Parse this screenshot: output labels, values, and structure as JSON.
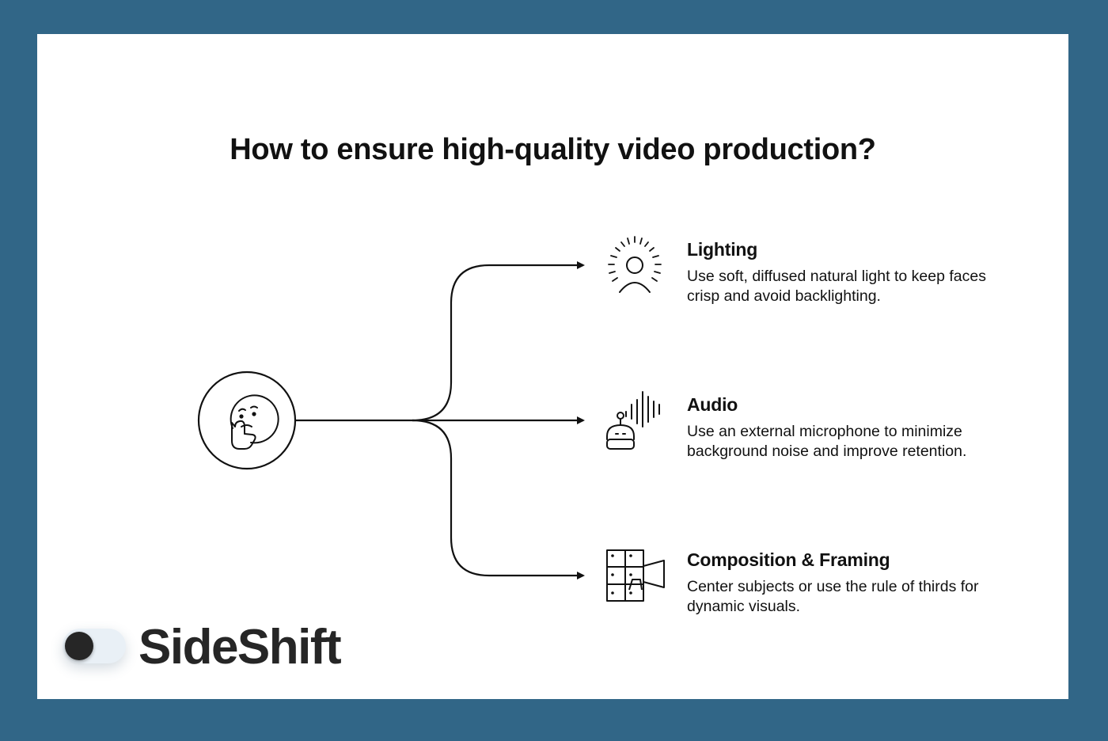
{
  "title": "How to ensure high-quality video production?",
  "colors": {
    "frame_background": "#316687",
    "card_background": "#ffffff",
    "ink": "#111111"
  },
  "center_node": {
    "icon": "thinking-face-icon"
  },
  "items": [
    {
      "icon": "lighting-person-icon",
      "title": "Lighting",
      "description": "Use soft, diffused natural light to keep faces crisp and avoid backlighting."
    },
    {
      "icon": "audio-microphone-icon",
      "title": "Audio",
      "description": "Use an external microphone to minimize background noise and improve retention."
    },
    {
      "icon": "composition-grid-camera-icon",
      "title": "Composition & Framing",
      "description": "Center subjects or use the rule of thirds for dynamic visuals."
    }
  ],
  "brand": {
    "name": "SideShift",
    "toggle_icon": "toggle-switch-icon"
  }
}
